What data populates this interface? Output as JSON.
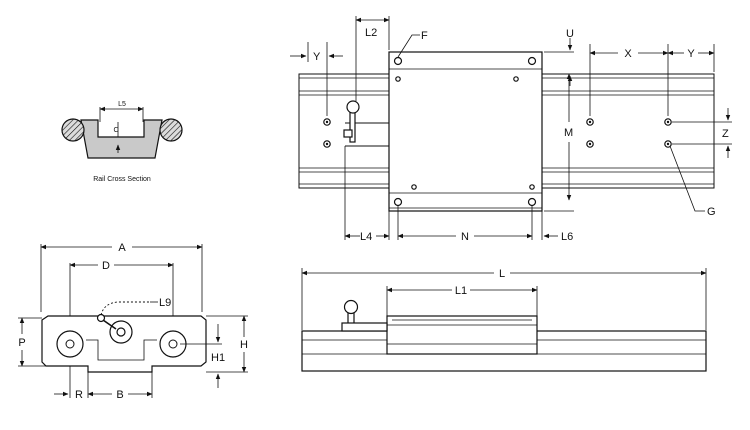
{
  "cross_section": {
    "caption": "Rail Cross Section",
    "dim_l5": "L5",
    "dim_c": "C"
  },
  "end_view": {
    "dim_a": "A",
    "dim_d": "D",
    "dim_l9": "L9",
    "dim_p": "P",
    "dim_h": "H",
    "dim_h1": "H1",
    "dim_r": "R",
    "dim_b": "B"
  },
  "top_view": {
    "dim_y_left": "Y",
    "dim_l2": "L2",
    "dim_f": "F",
    "dim_u": "U",
    "dim_x": "X",
    "dim_y_right": "Y",
    "dim_m": "M",
    "dim_z": "Z",
    "dim_g": "G",
    "dim_l4": "L4",
    "dim_n": "N",
    "dim_l6": "L6"
  },
  "side_view": {
    "dim_l": "L",
    "dim_l1": "L1"
  }
}
